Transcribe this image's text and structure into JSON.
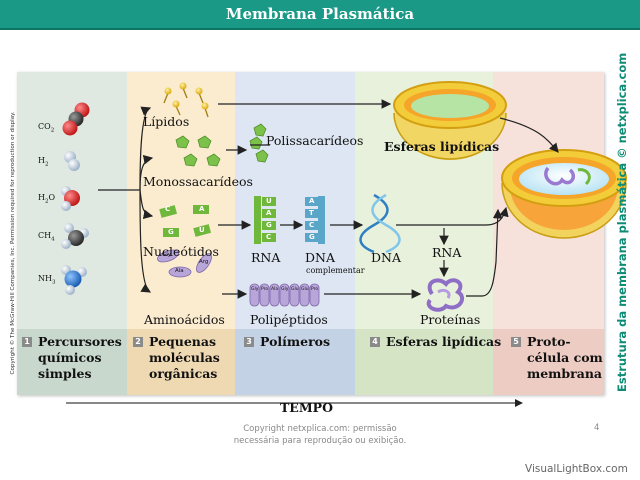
{
  "header": {
    "title": "Membrana Plasmática"
  },
  "copyright_side": "Copyright © The McGraw-Hill Companies, Inc. Permission required for reproduction or display.",
  "brand_side": "Estrutura da membrana plasmática © netxplica.com",
  "molecules": [
    "CO",
    "H",
    "H",
    "O",
    "CH",
    "NH"
  ],
  "molecule_subscripts": [
    "2",
    "2",
    "2",
    "4",
    "3"
  ],
  "labels": {
    "lipidos": "Lípidos",
    "monossacarideos": "Monossacarídeos",
    "nucleotidos": "Nucleótidos",
    "aminoacidos": "Aminoácidos",
    "polissacarideos": "Polissacarídeos",
    "rna": "RNA",
    "dna": "DNA",
    "complementar": "complementar",
    "dna2": "DNA",
    "rna2": "RNA",
    "polipeptidos": "Polipéptidos",
    "proteinas": "Proteínas",
    "esferas": "Esferas lipídicas"
  },
  "nucleotide_letters": [
    "C",
    "A",
    "G",
    "U"
  ],
  "rna_letters": [
    "U",
    "A",
    "G",
    "C"
  ],
  "dna_letters": [
    "A",
    "T",
    "C",
    "G"
  ],
  "amino_labels": [
    "Gly",
    "Ala",
    "Arg"
  ],
  "peptide_labels": [
    "Gly",
    "Pro",
    "Ala",
    "Gly",
    "Glu",
    "Glu",
    "Pro"
  ],
  "stages": [
    {
      "num": "1",
      "label": "Percursores químicos simples"
    },
    {
      "num": "2",
      "label": "Pequenas moléculas orgânicas"
    },
    {
      "num": "3",
      "label": "Polímeros"
    },
    {
      "num": "4",
      "label": "Esferas lipídicas"
    },
    {
      "num": "5",
      "label": "Proto-célula com membrana"
    }
  ],
  "stage_lines": [
    [
      "Percursores",
      "químicos",
      "simples"
    ],
    [
      "Pequenas",
      "moléculas",
      "orgânicas"
    ],
    [
      "Polímeros"
    ],
    [
      "Esferas lipídicas"
    ],
    [
      "Proto-",
      "célula com",
      "membrana"
    ]
  ],
  "timeline": {
    "label": "TEMPO"
  },
  "footer": {
    "line1": "Copyright netxplica.com: permissão",
    "line2": "necessária para reprodução ou exibição.",
    "page": "4"
  },
  "watermark": "VisualLightBox.com",
  "colors": {
    "header": "#1a9a86",
    "col1": "#dfe9e2",
    "col2": "#fbecd0",
    "col3": "#dde6f2",
    "col4": "#e8f1dc",
    "col5": "#f7e1db",
    "band1": "#c8d8cd",
    "band2": "#efd9b3",
    "band3": "#c4d2e6",
    "band4": "#d4e4c5",
    "band5": "#edccc3",
    "green": "#6fb83c",
    "teal": "#0d8c76"
  }
}
